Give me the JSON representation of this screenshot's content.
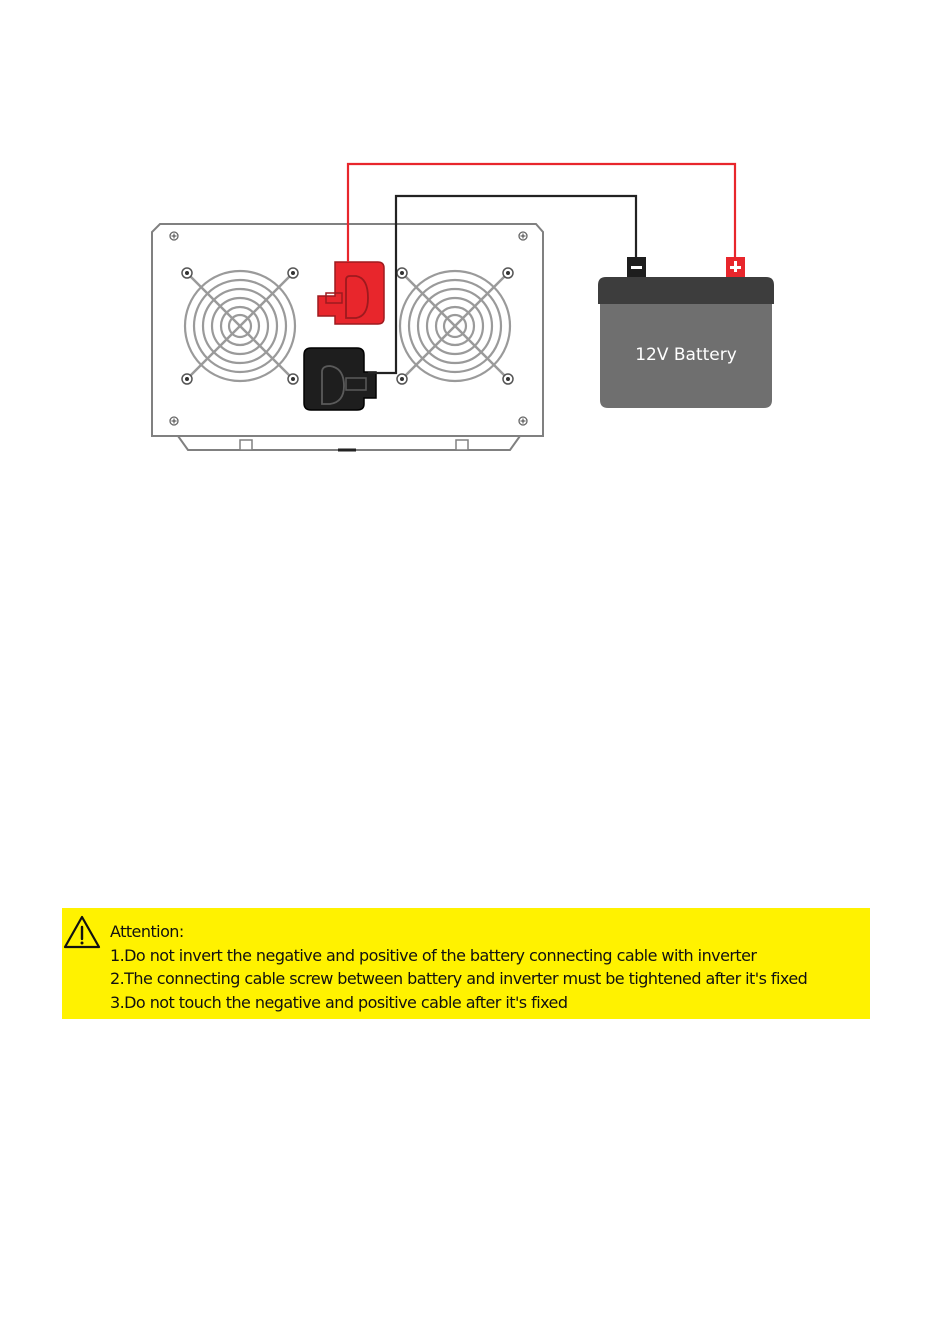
{
  "diagram": {
    "battery_label": "12V Battery",
    "negative_symbol": "−",
    "positive_symbol": "+"
  },
  "attention": {
    "title": "Attention:",
    "items": [
      "1.Do not invert the negative and positive of the battery connecting cable with inverter",
      "2.The connecting cable screw between battery and inverter must be tightened after it's fixed",
      "3.Do not touch the negative and positive cable after it's fixed"
    ]
  },
  "colors": {
    "positive_cable": "#e8262c",
    "negative_cable": "#222222",
    "battery_body": "#6f6f6f",
    "battery_top": "#3d3d3d",
    "highlight": "#fff200"
  }
}
